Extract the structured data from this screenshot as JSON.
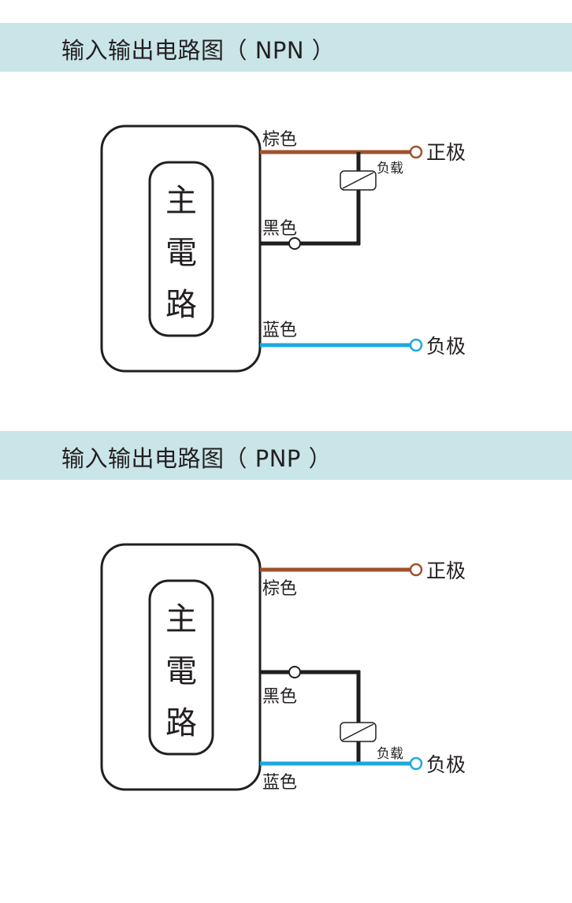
{
  "colors": {
    "band": "#c9e5e7",
    "brown_wire": "#a0522d",
    "black_wire": "#1e1e1e",
    "blue_wire": "#1ba8e0",
    "outline": "#231f20"
  },
  "diagrams": [
    {
      "title": "输入输出电路图（ NPN ）",
      "main_circuit_label": [
        "主",
        "電",
        "路"
      ],
      "wires": {
        "brown": "棕色",
        "black": "黑色",
        "blue": "蓝色"
      },
      "terminals": {
        "positive": "正极",
        "negative": "负极"
      },
      "load_label": "负载"
    },
    {
      "title": "输入输出电路图（ PNP ）",
      "main_circuit_label": [
        "主",
        "電",
        "路"
      ],
      "wires": {
        "brown": "棕色",
        "black": "黑色",
        "blue": "蓝色"
      },
      "terminals": {
        "positive": "正极",
        "negative": "负极"
      },
      "load_label": "负载"
    }
  ]
}
